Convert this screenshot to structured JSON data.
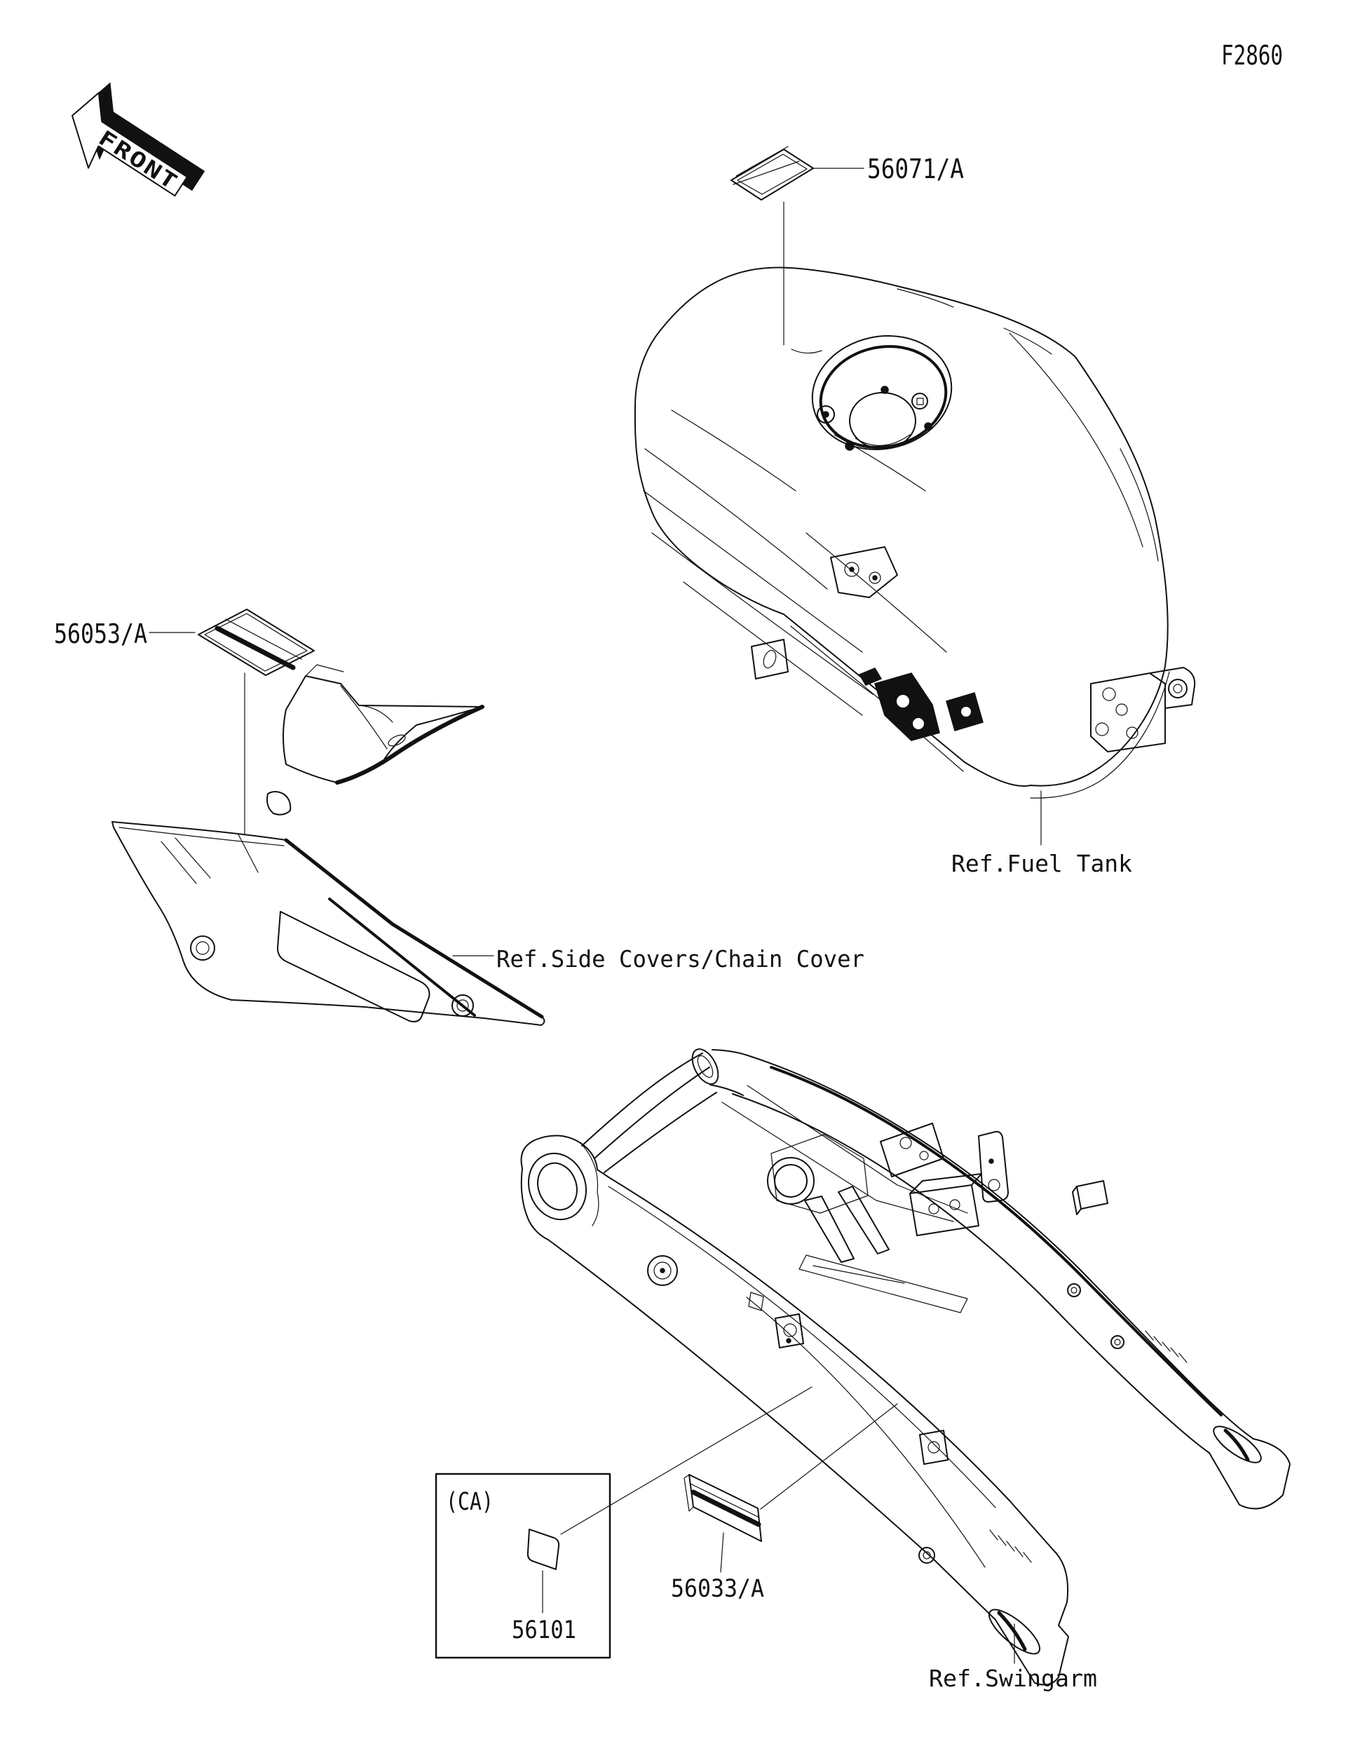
{
  "page": {
    "background": "#ffffff",
    "line_color": "#111111"
  },
  "header": {
    "diagram_code": "F2860"
  },
  "orientation": {
    "front_label": "FRONT"
  },
  "labels": {
    "tank_decal": "56071/A",
    "side_cover_decal": "56053/A",
    "swingarm_decal": "56033/A",
    "ca_decal": "56101",
    "ca_region": "(CA)"
  },
  "references": {
    "fuel_tank": "Ref.Fuel Tank",
    "side_covers": "Ref.Side Covers/Chain Cover",
    "swingarm": "Ref.Swingarm"
  }
}
